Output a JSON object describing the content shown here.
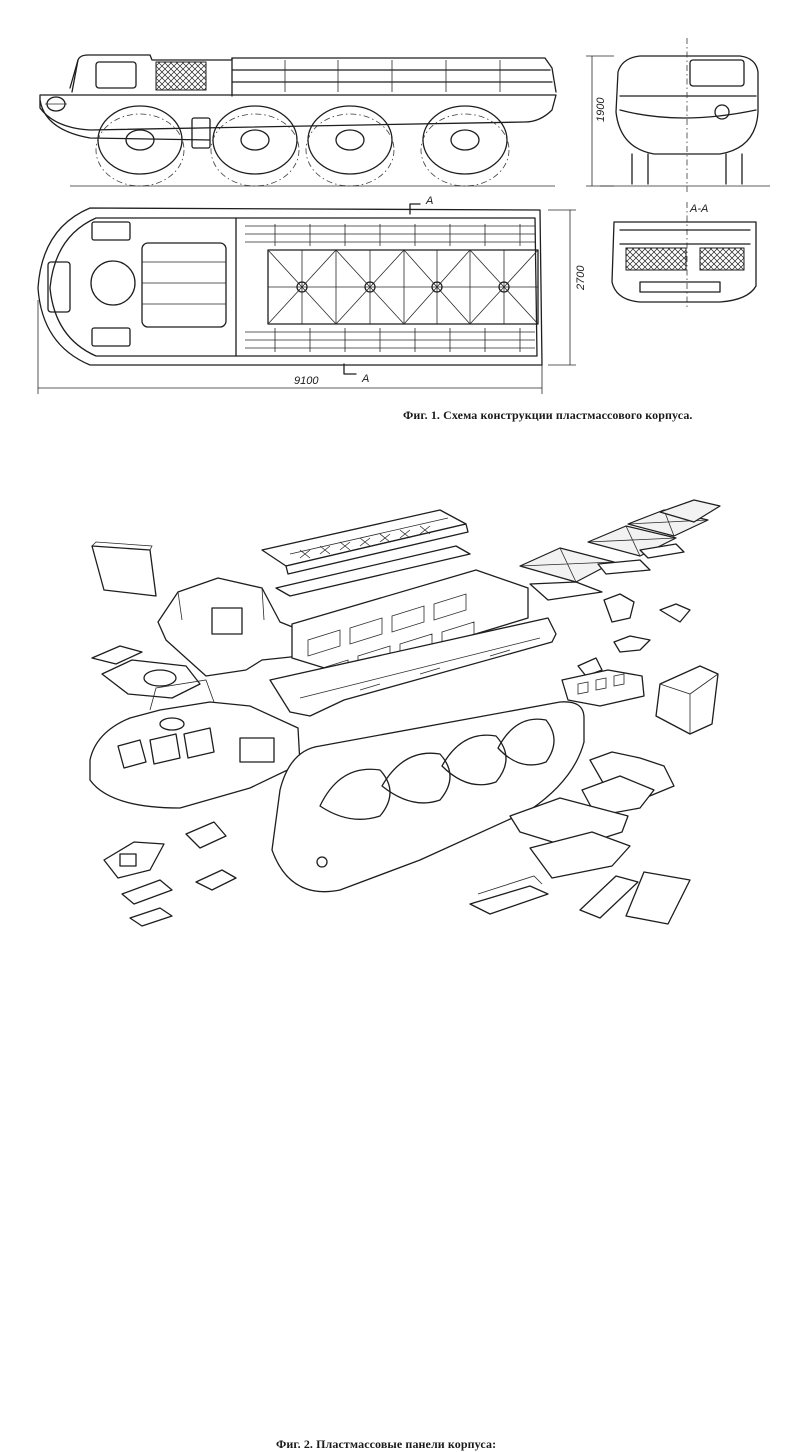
{
  "figure1": {
    "caption": "Фиг. 1. Схема конструкции пластмассового корпуса.",
    "dims": {
      "height": "1900",
      "width": "2700",
      "length": "9100",
      "section_mark": "A",
      "section_mark_bottom": "A",
      "section_title": "A-A"
    }
  },
  "figure2": {
    "caption": "Фиг. 2. Пластмассовые панели корпуса:"
  }
}
